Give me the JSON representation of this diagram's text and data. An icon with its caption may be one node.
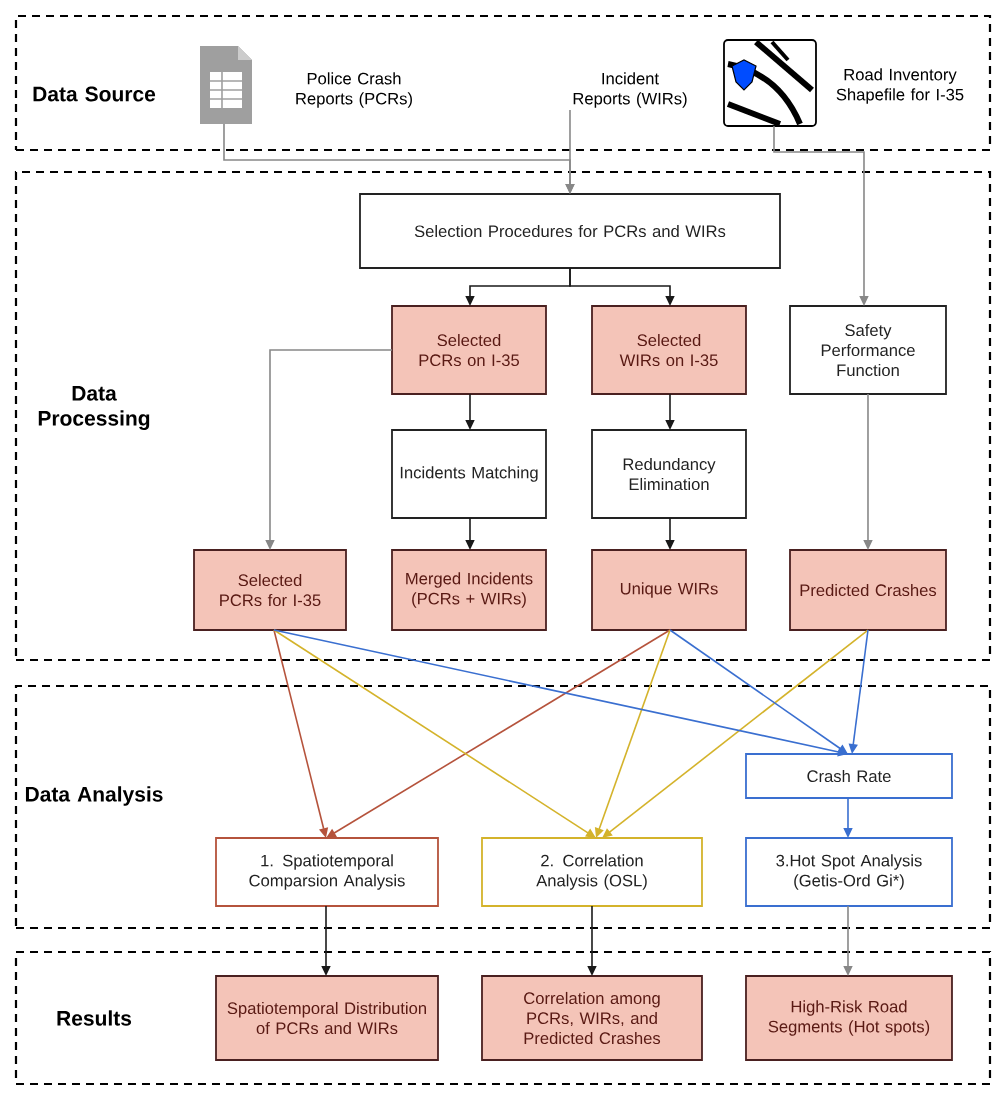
{
  "diagram": {
    "nodes": [
      {
        "text": [
          "Data Source"
        ]
      },
      {
        "text": [
          "Police Crash Reports (PCRs)"
        ],
        "in": 0
      },
      {
        "text": [
          "Incident Reports (WIRs)"
        ],
        "in": 0
      },
      {
        "text": [
          "Road Inventory Shapefile for I-35"
        ],
        "in": 0
      },
      {
        "text": [
          "Data Processing"
        ]
      },
      {
        "text": [
          "Selection Procedures for PCRs and WIRs"
        ],
        "in": 4
      },
      {
        "text": [
          "Selected PCRs on I-35"
        ],
        "in": 4
      },
      {
        "text": [
          "Selected WIRs on I-35"
        ],
        "in": 4
      },
      {
        "text": [
          "Safety Performance Function"
        ],
        "in": 4
      },
      {
        "text": [
          "Incidents Matching"
        ],
        "in": 4
      },
      {
        "text": [
          "Redundancy Elimination"
        ],
        "in": 4
      },
      {
        "text": [
          "Selected PCRs for I-35"
        ],
        "in": 4
      },
      {
        "text": [
          "Merged Incidents (PCRs + WIRs)"
        ],
        "in": 4
      },
      {
        "text": [
          "Unique WIRs"
        ],
        "in": 4
      },
      {
        "text": [
          "Predicted Crashes"
        ],
        "in": 4
      },
      {
        "text": [
          "Data Analysis"
        ]
      },
      {
        "text": [
          "Crash Rate"
        ],
        "in": 15
      },
      {
        "text": [
          "1. Spatiotemporal Comparsion Analysis"
        ],
        "in": 15
      },
      {
        "text": [
          "2. Correlation Analysis (OSL)"
        ],
        "in": 15
      },
      {
        "text": [
          "3.Hot Spot Analysis (Getis-Ord Gi*)"
        ],
        "in": 15
      },
      {
        "text": [
          "Results"
        ]
      },
      {
        "text": [
          "Spatiotemporal Distribution of PCRs and WIRs"
        ],
        "in": 20
      },
      {
        "text": [
          "Correlation among PCRs, WIRs, and Predicted Crashes"
        ],
        "in": 20
      },
      {
        "text": [
          "High-Risk Road Segments (Hot spots)"
        ],
        "in": 20
      }
    ],
    "edges": [
      {
        "from": 1,
        "to": 5,
        "arrow": "to",
        "color": "#888888"
      },
      {
        "from": 2,
        "to": 5,
        "arrow": "to",
        "color": "#888888"
      },
      {
        "from": 3,
        "to": 8,
        "arrow": "to",
        "color": "#888888"
      },
      {
        "from": 5,
        "to": 6,
        "arrow": "to"
      },
      {
        "from": 5,
        "to": 7,
        "arrow": "to"
      },
      {
        "from": 6,
        "to": 11,
        "arrow": "to",
        "color": "#888888"
      },
      {
        "from": 6,
        "to": 9,
        "arrow": "to"
      },
      {
        "from": 9,
        "to": 12,
        "arrow": "to"
      },
      {
        "from": 7,
        "to": 10,
        "arrow": "to"
      },
      {
        "from": 10,
        "to": 13,
        "arrow": "to"
      },
      {
        "from": 8,
        "to": 14,
        "arrow": "to",
        "color": "#888888"
      },
      {
        "from": 11,
        "to": 17,
        "arrow": "to",
        "color": "#b5533c"
      },
      {
        "from": 13,
        "to": 17,
        "arrow": "to",
        "color": "#b5533c"
      },
      {
        "from": 11,
        "to": 18,
        "arrow": "to",
        "color": "#d4b32b"
      },
      {
        "from": 13,
        "to": 18,
        "arrow": "to",
        "color": "#d4b32b"
      },
      {
        "from": 14,
        "to": 18,
        "arrow": "to",
        "color": "#d4b32b"
      },
      {
        "from": 11,
        "to": 16,
        "arrow": "to",
        "color": "#3a6fd0"
      },
      {
        "from": 13,
        "to": 16,
        "arrow": "to",
        "color": "#3a6fd0"
      },
      {
        "from": 14,
        "to": 16,
        "arrow": "to",
        "color": "#3a6fd0"
      },
      {
        "from": 16,
        "to": 19,
        "arrow": "to",
        "color": "#3a6fd0"
      },
      {
        "from": 17,
        "to": 21,
        "arrow": "to"
      },
      {
        "from": 18,
        "to": 22,
        "arrow": "to"
      },
      {
        "from": 19,
        "to": 23,
        "arrow": "to",
        "color": "#888888"
      }
    ]
  }
}
